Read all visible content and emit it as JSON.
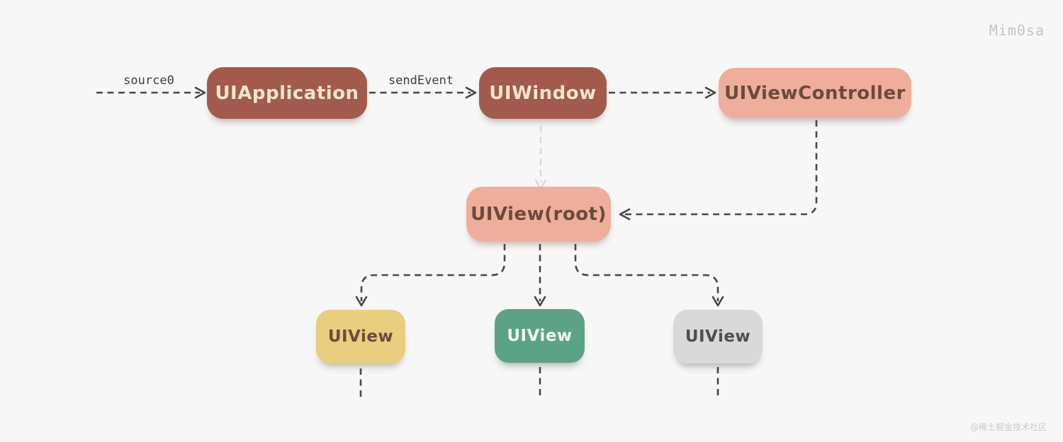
{
  "watermark": {
    "author": "Mim0sa",
    "community": "@稀土掘金技术社区"
  },
  "diagram": {
    "type": "flow-diagram",
    "background": "#f7f7f7",
    "edge_color": "#474747",
    "faded_edge_color": "#d8d8d8",
    "nodes": [
      {
        "id": "uiapplication",
        "label": "UIApplication",
        "fill": "#a15a4b",
        "text_color": "#f3e7cc"
      },
      {
        "id": "uiwindow",
        "label": "UIWindow",
        "fill": "#a15a4b",
        "text_color": "#f3e7cc"
      },
      {
        "id": "uiviewcontroller",
        "label": "UIViewController",
        "fill": "#efae9c",
        "text_color": "#6b4a3c"
      },
      {
        "id": "uiview-root",
        "label": "UIView(root)",
        "fill": "#efae9c",
        "text_color": "#6b4a3c"
      },
      {
        "id": "uiview-left",
        "label": "UIView",
        "fill": "#e9ce7f",
        "text_color": "#6e4a38"
      },
      {
        "id": "uiview-center",
        "label": "UIView",
        "fill": "#5ca287",
        "text_color": "#f4f6f3"
      },
      {
        "id": "uiview-right",
        "label": "UIView",
        "fill": "#d9d9d9",
        "text_color": "#4f4f4f"
      }
    ],
    "edge_labels": [
      {
        "id": "source0",
        "label": "source0"
      },
      {
        "id": "sendEvent",
        "label": "sendEvent"
      }
    ],
    "edges": [
      {
        "from": "external",
        "to": "uiapplication",
        "label": "source0",
        "style": "dashed-arrow"
      },
      {
        "from": "uiapplication",
        "to": "uiwindow",
        "label": "sendEvent",
        "style": "dashed-arrow"
      },
      {
        "from": "uiwindow",
        "to": "uiviewcontroller",
        "label": "",
        "style": "dashed-arrow"
      },
      {
        "from": "uiwindow",
        "to": "uiview-root",
        "label": "",
        "style": "dashed-arrow-faded"
      },
      {
        "from": "uiviewcontroller",
        "to": "uiview-root",
        "label": "",
        "style": "dashed-arrow"
      },
      {
        "from": "uiview-root",
        "to": "uiview-left",
        "label": "",
        "style": "dashed-arrow"
      },
      {
        "from": "uiview-root",
        "to": "uiview-center",
        "label": "",
        "style": "dashed-arrow"
      },
      {
        "from": "uiview-root",
        "to": "uiview-right",
        "label": "",
        "style": "dashed-arrow"
      },
      {
        "from": "uiview-left",
        "to": "below",
        "label": "",
        "style": "dashed-fading-stub"
      },
      {
        "from": "uiview-center",
        "to": "below",
        "label": "",
        "style": "dashed-fading-stub"
      },
      {
        "from": "uiview-right",
        "to": "below",
        "label": "",
        "style": "dashed-fading-stub"
      }
    ]
  }
}
